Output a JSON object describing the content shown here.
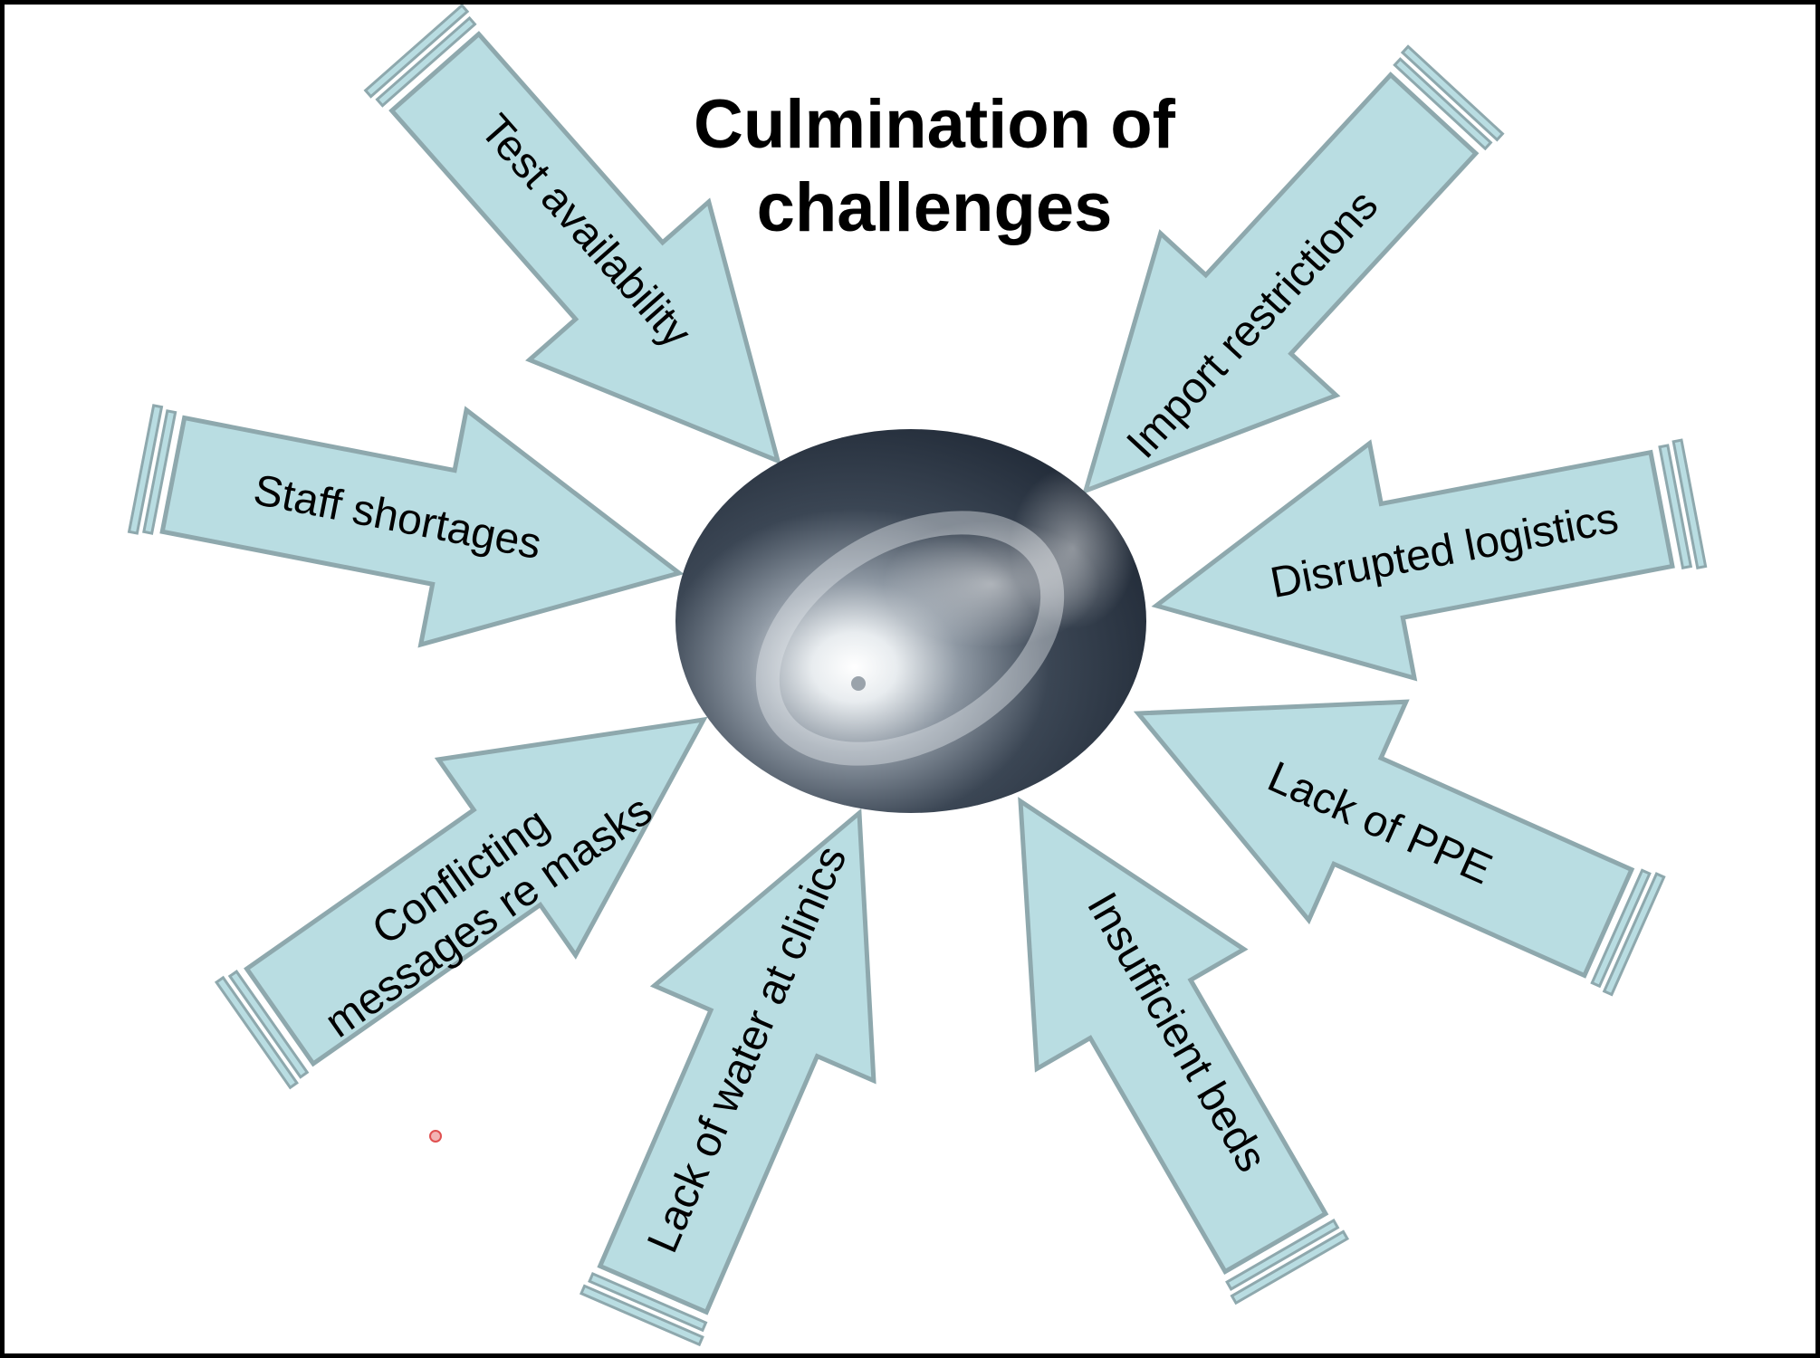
{
  "title": {
    "line1": "Culmination of",
    "line2": "challenges"
  },
  "arrows": [
    {
      "id": "test-availability",
      "label": [
        "Test availability"
      ]
    },
    {
      "id": "import-restrictions",
      "label": [
        "Import restrictions"
      ]
    },
    {
      "id": "staff-shortages",
      "label": [
        "Staff shortages"
      ]
    },
    {
      "id": "disrupted-logistics",
      "label": [
        "Disrupted logistics"
      ]
    },
    {
      "id": "conflicting-messages",
      "label": [
        "Conflicting",
        "messages re masks"
      ]
    },
    {
      "id": "lack-of-ppe",
      "label": [
        "Lack of PPE"
      ]
    },
    {
      "id": "lack-of-water",
      "label": [
        "Lack of water at clinics"
      ]
    },
    {
      "id": "insufficient-beds",
      "label": [
        "Insufficient beds"
      ]
    }
  ],
  "center_image": "hurricane-satellite-image",
  "colors": {
    "arrow_fill": "#b9dde2",
    "arrow_stroke": "#8ea8ad",
    "pointer": "#e05050"
  }
}
